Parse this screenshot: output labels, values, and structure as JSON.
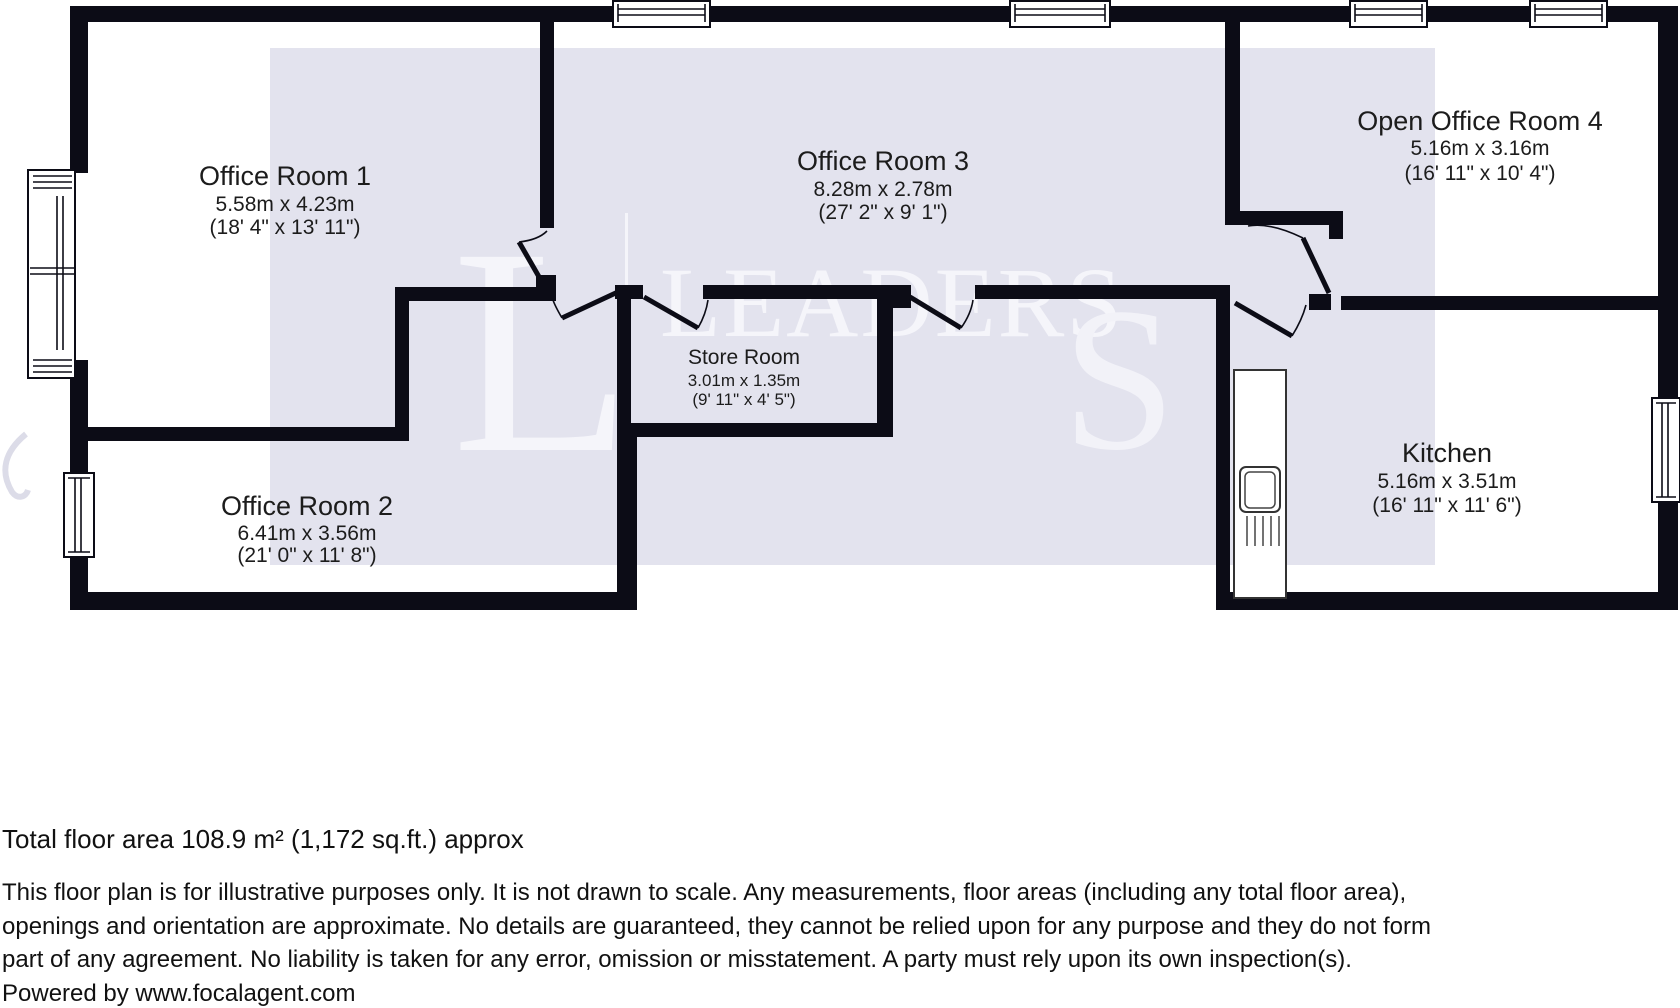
{
  "floorplan": {
    "watermark": {
      "logo_letter": "L",
      "brand": "LEADERS",
      "fragment_letter": "S"
    },
    "rooms": {
      "room1": {
        "name": "Office Room 1",
        "metric": "5.58m x 4.23m",
        "imperial": "(18' 4\" x 13' 11\")"
      },
      "room2": {
        "name": "Office Room 2",
        "metric": "6.41m x 3.56m",
        "imperial": "(21' 0\" x 11' 8\")"
      },
      "room3": {
        "name": "Office Room 3",
        "metric": "8.28m x 2.78m",
        "imperial": "(27' 2\" x 9' 1\")"
      },
      "room4": {
        "name": "Open Office Room 4",
        "metric": "5.16m x 3.16m",
        "imperial": "(16' 11\" x 10' 4\")"
      },
      "store": {
        "name": "Store Room",
        "metric": "3.01m x 1.35m",
        "imperial": "(9' 11\" x 4' 5\")"
      },
      "kitchen": {
        "name": "Kitchen",
        "metric": "5.16m x 3.51m",
        "imperial": "(16' 11\" x 11' 6\")"
      }
    }
  },
  "footer": {
    "total_area": "Total floor area 108.9 m² (1,172 sq.ft.) approx",
    "disclaimer_lines": [
      "This floor plan is for illustrative purposes only. It is not drawn to scale. Any measurements, floor areas (including any total floor area),",
      "openings and orientation are approximate. No details are guaranteed, they cannot be relied upon for any purpose and they do not form",
      "part of any agreement. No liability is taken for any error, omission or misstatement. A party must rely upon its own inspection(s)."
    ],
    "powered_by": "Powered by www.focalagent.com"
  },
  "colors": {
    "wall": "#0c0c16",
    "watermark_background": "#e3e3ee",
    "watermark_text": "#f5f5fa",
    "text": "#1c1c1c",
    "background": "#ffffff"
  }
}
